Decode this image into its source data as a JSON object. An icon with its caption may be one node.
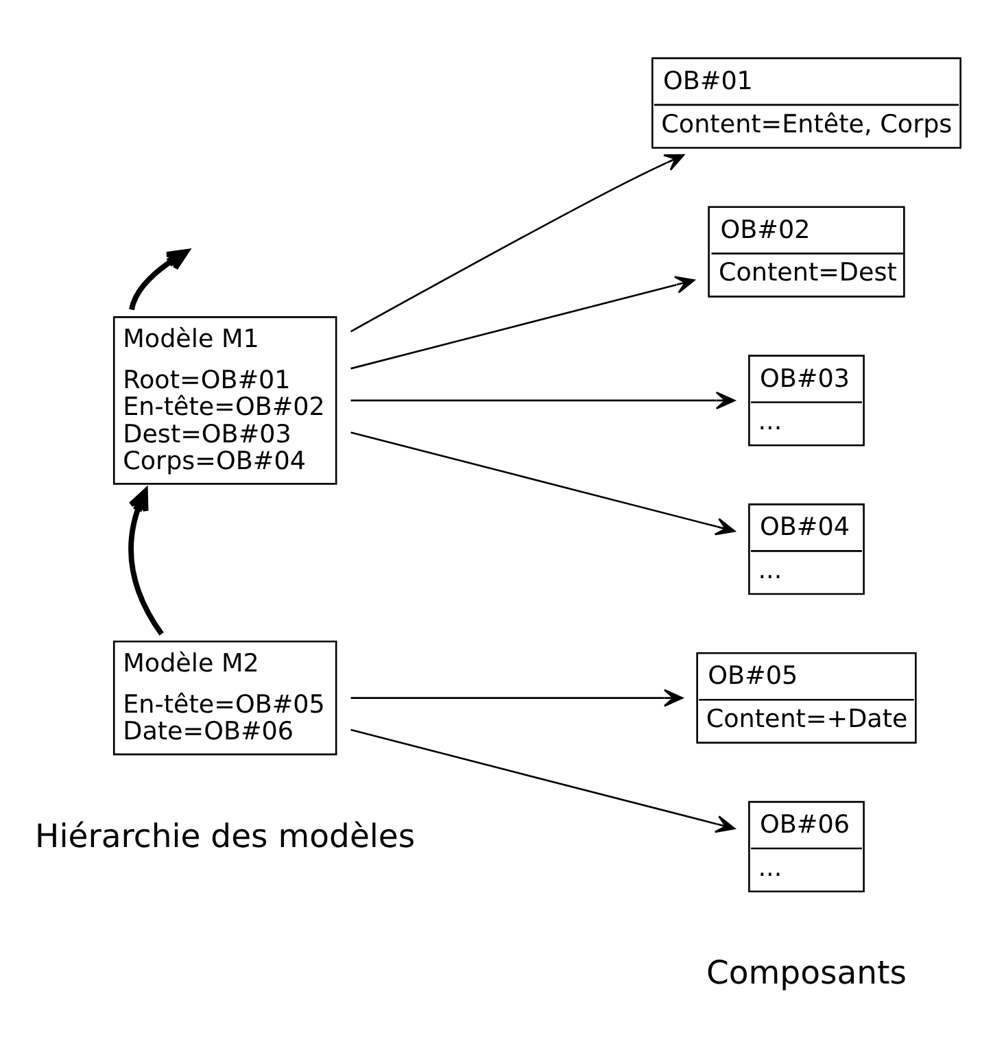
{
  "diagram": {
    "nodes": [
      {
        "text": [
          "Modèle M1",
          "Root=OB#01",
          "En-tête=OB#02",
          "Dest=OB#03",
          "Corps=OB#04"
        ]
      },
      {
        "text": [
          "Modèle M2",
          "En-tête=OB#05",
          "Date=OB#06"
        ]
      },
      {
        "text": [
          "OB#01",
          "Content=Entête, Corps"
        ]
      },
      {
        "text": [
          "OB#02",
          "Content=Dest"
        ]
      },
      {
        "text": [
          "OB#03",
          "..."
        ]
      },
      {
        "text": [
          "OB#04",
          "..."
        ]
      },
      {
        "text": [
          "OB#05",
          "Content=+Date"
        ]
      },
      {
        "text": [
          "OB#06",
          "..."
        ]
      }
    ],
    "edges": [
      {
        "from": 0,
        "to": null,
        "arrow": "to",
        "style": "thick"
      },
      {
        "from": 1,
        "to": 0,
        "arrow": "to",
        "style": "thick"
      },
      {
        "from": 0,
        "to": 2,
        "arrow": "to"
      },
      {
        "from": 0,
        "to": 3,
        "arrow": "to"
      },
      {
        "from": 0,
        "to": 4,
        "arrow": "to"
      },
      {
        "from": 0,
        "to": 5,
        "arrow": "to"
      },
      {
        "from": 1,
        "to": 6,
        "arrow": "to"
      },
      {
        "from": 1,
        "to": 7,
        "arrow": "to"
      }
    ],
    "labels": [
      "Hiérarchie des modèles",
      "Composants"
    ]
  }
}
